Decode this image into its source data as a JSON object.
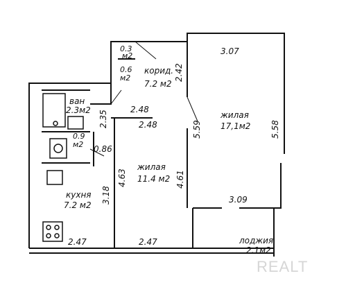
{
  "plan": {
    "rooms": [
      {
        "id": "wc",
        "name": "0.3",
        "area": "м2"
      },
      {
        "id": "closet",
        "name": "0.6",
        "area": "м2"
      },
      {
        "id": "corridor",
        "name": "корид.",
        "area": "7.2 м2"
      },
      {
        "id": "bath",
        "name": "ван",
        "area": "2.3м2"
      },
      {
        "id": "toilet",
        "name": "0.9",
        "area": "м2"
      },
      {
        "id": "kitchen",
        "name": "кухня",
        "area": "7.2 м2"
      },
      {
        "id": "living-small",
        "name": "жилая",
        "area": "11.4 м2"
      },
      {
        "id": "living-large",
        "name": "жилая",
        "area": "17,1м2"
      },
      {
        "id": "loggia",
        "name": "лоджия",
        "area": "2.1м2"
      }
    ],
    "dimensions": {
      "d1": "3.07",
      "d2": "2.42",
      "d3": "2.48",
      "d4": "2.48",
      "d5": "2.35",
      "d6": "5.59",
      "d7": "5.58",
      "d8": "0.86",
      "d9": "4.63",
      "d10": "4.61",
      "d11": "3.18",
      "d12": "3.09",
      "d13": "2.47",
      "d14": "2.47"
    },
    "watermark": "REALT"
  }
}
